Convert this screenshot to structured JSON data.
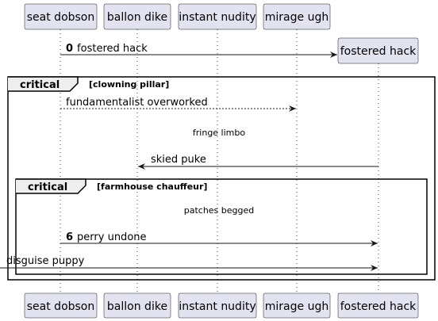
{
  "participants": {
    "seat_dobson": "seat dobson",
    "ballon_dike": "ballon dike",
    "instant_nudity": "instant nudity",
    "mirage_ugh": "mirage ugh",
    "fostered_hack": "fostered hack"
  },
  "messages": {
    "m0_num": "0",
    "m0_text": "fostered hack",
    "m1_text": "fundamentalist overworked",
    "m2_text": "skied puke",
    "m3_num": "6",
    "m3_text": "perry undone",
    "m4_text": "disguise puppy"
  },
  "notes": {
    "fringe_limbo": "fringe limbo",
    "patches_begged": "patches begged"
  },
  "frames": {
    "outer_title": "critical",
    "outer_condition": "[clowning pillar]",
    "inner_title": "critical",
    "inner_condition": "[farmhouse chauffeur]"
  },
  "colors": {
    "participant_fill": "#E2E2F0",
    "participant_stroke": "#181818",
    "lifeline": "#181818",
    "line": "#181818"
  }
}
